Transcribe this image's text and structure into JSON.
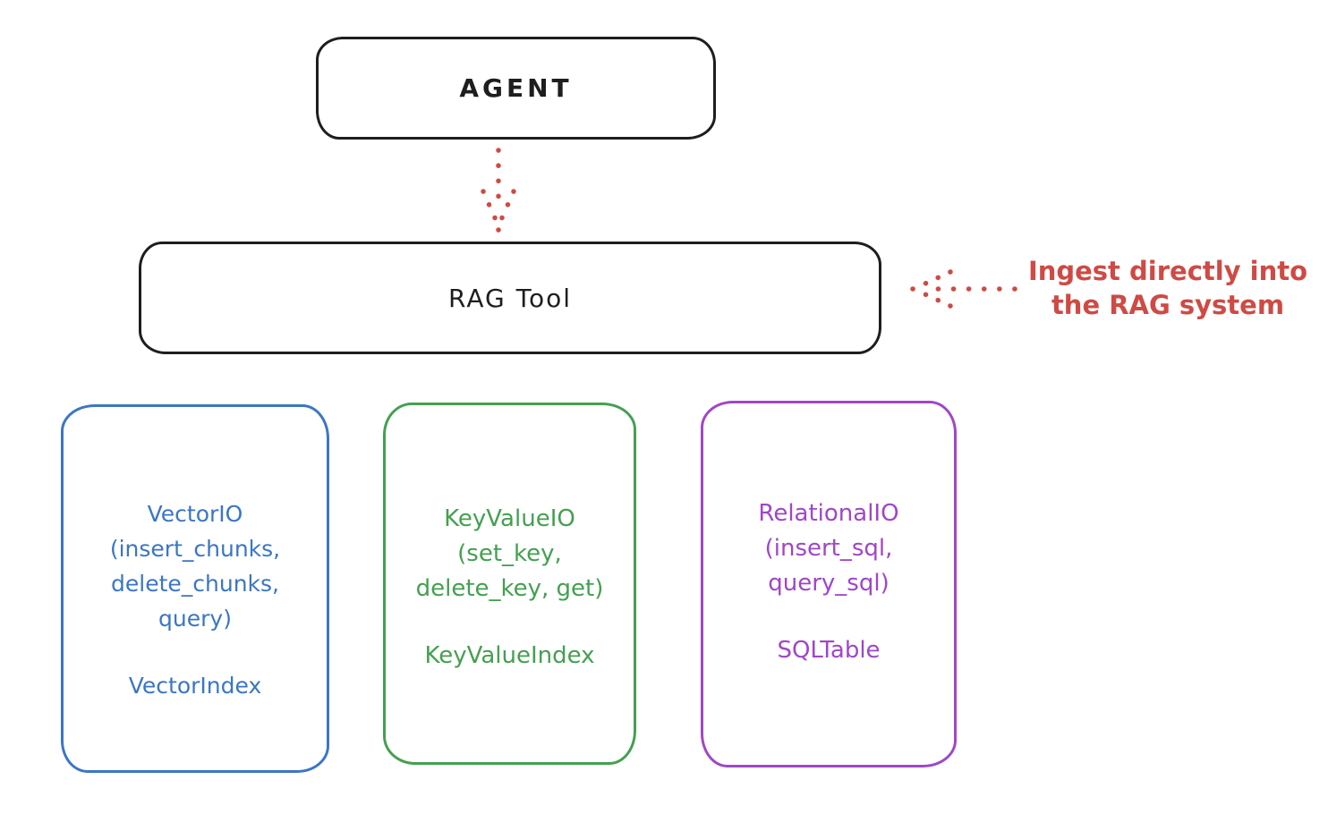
{
  "diagram": {
    "agent_box": {
      "label": "AGENT"
    },
    "rag_box": {
      "label": "RAG Tool"
    },
    "annotation": {
      "line1": "Ingest directly into",
      "line2": "the RAG system"
    },
    "io_boxes": [
      {
        "name": "vector-io",
        "color": "#3b76c4",
        "lines": [
          "VectorIO",
          "(insert_chunks,",
          "delete_chunks,",
          "query)"
        ],
        "index_label": "VectorIndex"
      },
      {
        "name": "keyvalue-io",
        "color": "#44a04f",
        "lines": [
          "KeyValueIO",
          "(set_key,",
          "delete_key, get)"
        ],
        "index_label": "KeyValueIndex"
      },
      {
        "name": "relational-io",
        "color": "#a046c8",
        "lines": [
          "RelationalIO",
          "(insert_sql,",
          "query_sql)"
        ],
        "index_label": "SQLTable"
      }
    ],
    "colors": {
      "stroke_black": "#1e1e1e",
      "accent_red": "#cf4a44",
      "vector_blue": "#3b76c4",
      "keyvalue_green": "#44a04f",
      "relational_purple": "#a046c8"
    }
  }
}
